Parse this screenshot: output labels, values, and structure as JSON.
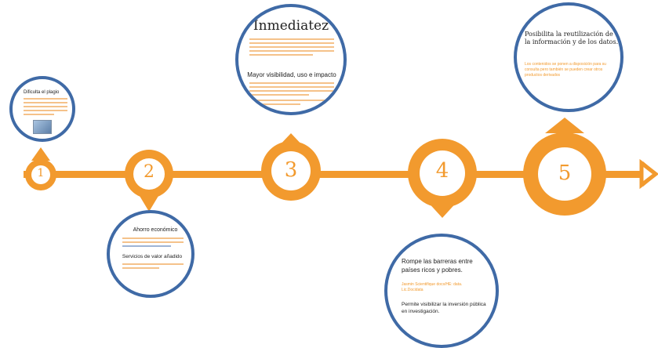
{
  "colors": {
    "accent": "#f29a2e",
    "circle_border": "#3f6aa6",
    "background": "#ffffff"
  },
  "steps": [
    {
      "number": "1",
      "title": "Dificulta el plagio",
      "body": "",
      "has_image": true
    },
    {
      "number": "2",
      "title": "Ahorro económico",
      "sub": "Servicios de valor añadido"
    },
    {
      "number": "3",
      "title": "Inmediatez",
      "sub": "Mayor visibilidad, uso e impacto"
    },
    {
      "number": "4",
      "title": "Rompe las barreras entre países ricos y pobres.",
      "note": "Jasmin Scientifique docs/HE: data. Lic.Docidata",
      "sub": "Permite visibilizar la inversión pública en investigación."
    },
    {
      "number": "5",
      "title": "Posibilita la reutilización de la información y de los datos.",
      "note": "Los contenidos se ponen a disposición para su consulta pero también se pueden crear otros productos derivados"
    }
  ]
}
